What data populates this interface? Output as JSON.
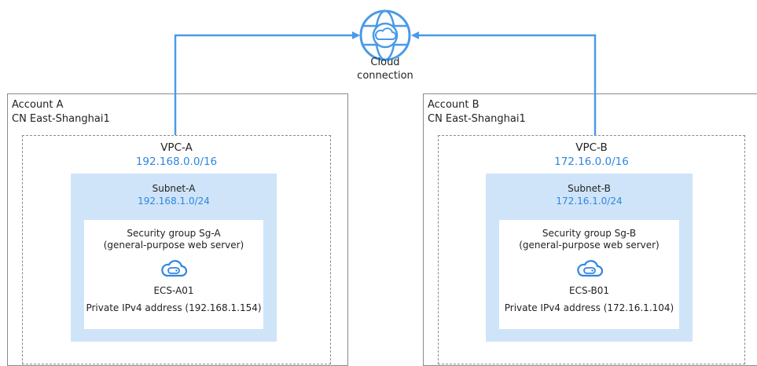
{
  "cloud_connection": {
    "line1": "Cloud",
    "line2": "connection",
    "icon": "globe-cloud-icon"
  },
  "accounts": [
    {
      "account": "Account A",
      "region": "CN East-Shanghai1",
      "vpc": {
        "name": "VPC-A",
        "cidr": "192.168.0.0/16"
      },
      "subnet": {
        "name": "Subnet-A",
        "cidr": "192.168.1.0/24"
      },
      "security_group": {
        "line1": "Security group Sg-A",
        "line2": "(general-purpose web server)"
      },
      "ecs": {
        "name": "ECS-A01",
        "ip": "Private IPv4 address (192.168.1.154)",
        "icon": "ecs-cloud-server-icon"
      }
    },
    {
      "account": "Account B",
      "region": "CN East-Shanghai1",
      "vpc": {
        "name": "VPC-B",
        "cidr": "172.16.0.0/16"
      },
      "subnet": {
        "name": "Subnet-B",
        "cidr": "172.16.1.0/24"
      },
      "security_group": {
        "line1": "Security group Sg-B",
        "line2": "(general-purpose web server)"
      },
      "ecs": {
        "name": "ECS-B01",
        "ip": "Private IPv4 address (172.16.1.104)",
        "icon": "ecs-cloud-server-icon"
      }
    }
  ],
  "colors": {
    "accent": "#2f86e0",
    "subnet_fill": "#cfe4f8",
    "border": "#8a8a8a",
    "connector": "#4a9ae8"
  }
}
